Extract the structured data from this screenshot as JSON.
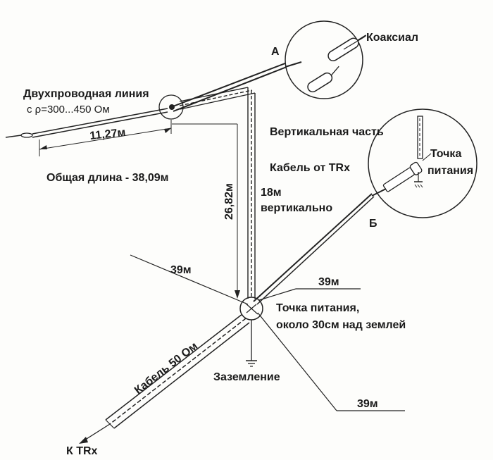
{
  "labels": {
    "point_a": "А",
    "coax": "Коаксиал",
    "twin_line_1": "Двухпроводная линия",
    "twin_line_2": "с ρ=300...450 Ом",
    "length_horizontal": "11,27м",
    "total_length": "Общая длина - 38,09м",
    "length_wire": "26,82м",
    "vertical_1": "18м",
    "vertical_2": "вертикально",
    "vertical_part": "Вертикальная часть",
    "feed_point_inset_1": "Точка",
    "feed_point_inset_2": "питания",
    "cable_from_trx": "Кабель от TRx",
    "point_b": "Б",
    "radial_left": "39м",
    "radial_right": "39м",
    "radial_bottom": "39м",
    "feed_point_1": "Точка питания,",
    "feed_point_2": "около 30см над землей",
    "cable_50": "Кабель 50 Ом",
    "ground": "Заземление",
    "to_trx": "К TRx"
  },
  "colors": {
    "ink": "#1a1a1a",
    "background": "#fdfdfb"
  }
}
